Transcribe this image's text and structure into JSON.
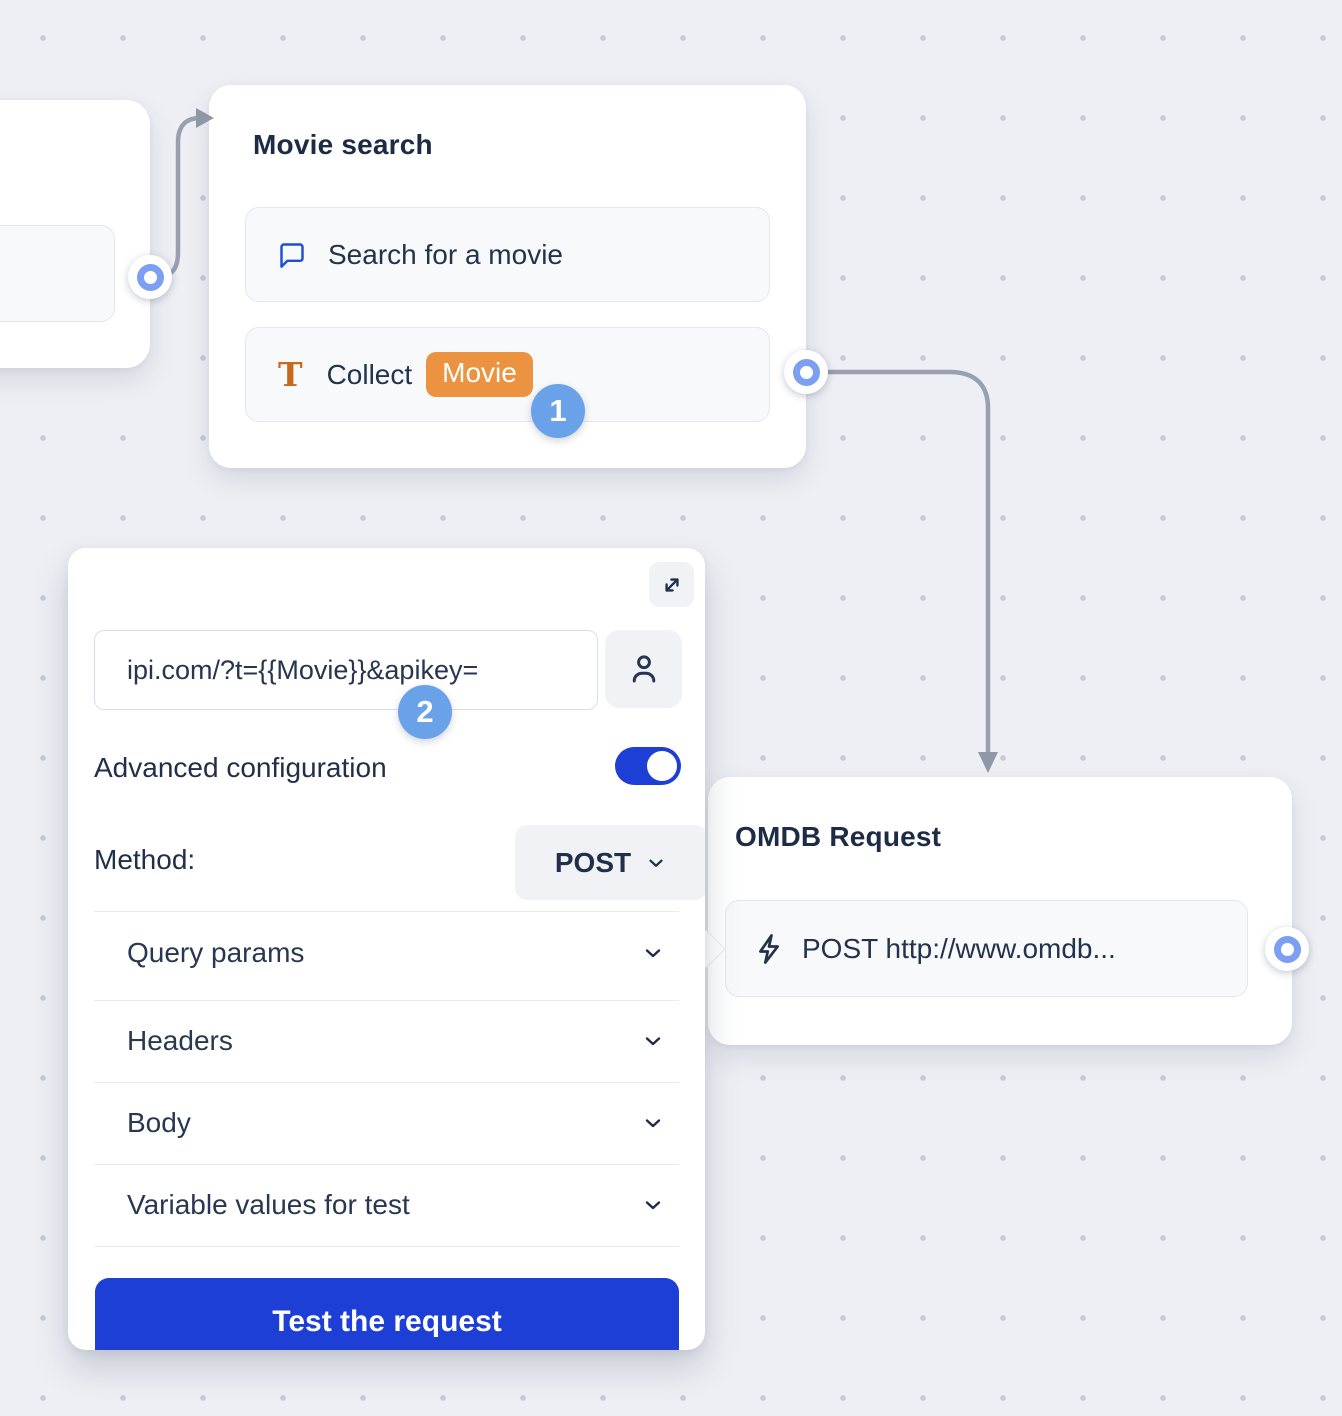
{
  "canvas": {
    "background": "#edeff4",
    "grid_dot_color": "#c3cad8"
  },
  "nodes": {
    "previous_node": {
      "note": "partially visible card at left edge",
      "blocks": [
        {
          "label": ""
        }
      ]
    },
    "movie_search": {
      "title": "Movie search",
      "blocks": [
        {
          "icon": "chat-bubble-icon",
          "label": "Search for a movie"
        },
        {
          "icon": "text-input-icon",
          "label": "Collect",
          "variable": "Movie"
        }
      ]
    },
    "omdb_request": {
      "title": "OMDB Request",
      "blocks": [
        {
          "icon": "lightning-icon",
          "label": "POST http://www.omdb..."
        }
      ]
    }
  },
  "panel": {
    "expand_icon": "expand-icon",
    "url_value": "ipi.com/?t={{Movie}}&apikey=",
    "person_icon": "person-icon",
    "advanced_label": "Advanced configuration",
    "advanced_toggle_on": true,
    "method_label": "Method:",
    "method_value": "POST",
    "sections": [
      "Query params",
      "Headers",
      "Body",
      "Variable values for test"
    ],
    "test_button_label": "Test the request"
  },
  "badges": {
    "step1": "1",
    "step2": "2"
  },
  "colors": {
    "primary_blue": "#1d3fd6",
    "badge_blue": "#6aa2e9",
    "port_blue": "#7d9ff2",
    "chip_orange": "#eb9340",
    "t_icon_orange": "#c9681f",
    "icon_blue": "#1d4fd8",
    "text_navy": "#25324c",
    "connector_gray": "#98a0b0"
  }
}
